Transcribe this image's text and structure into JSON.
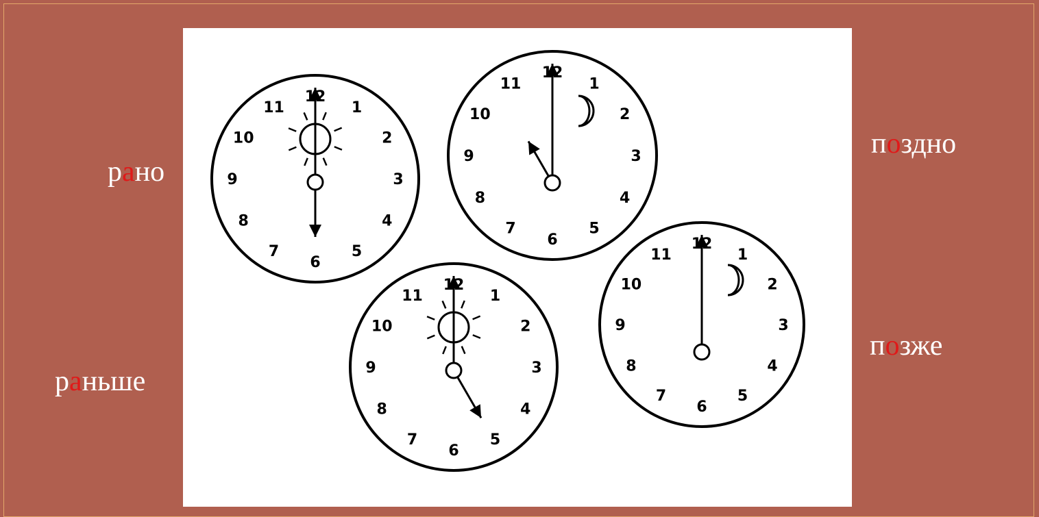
{
  "words": {
    "rano": {
      "prefix": "р",
      "accent": "а",
      "suffix": "но"
    },
    "ranshe": {
      "prefix": "р",
      "accent": "а",
      "suffix": "ньше"
    },
    "pozdno": {
      "prefix": "п",
      "accent": "о",
      "suffix": "здно"
    },
    "pozzhe": {
      "prefix": "п",
      "accent": "о",
      "suffix": "зже"
    }
  },
  "clock_numerals": [
    "12",
    "1",
    "2",
    "3",
    "4",
    "5",
    "6",
    "7",
    "8",
    "9",
    "10",
    "11"
  ],
  "colors": {
    "background": "#b05f4f",
    "panel": "#ffffff",
    "accent_letter": "#e01919",
    "text": "#ffffff"
  },
  "clocks": [
    {
      "id": "clock-6am",
      "symbol": "sun",
      "hour": 6,
      "minute": 0
    },
    {
      "id": "clock-11pm",
      "symbol": "moon",
      "hour": 11,
      "minute": 0
    },
    {
      "id": "clock-5am",
      "symbol": "sun",
      "hour": 5,
      "minute": 0
    },
    {
      "id": "clock-12am",
      "symbol": "moon",
      "hour": 12,
      "minute": 0
    }
  ]
}
